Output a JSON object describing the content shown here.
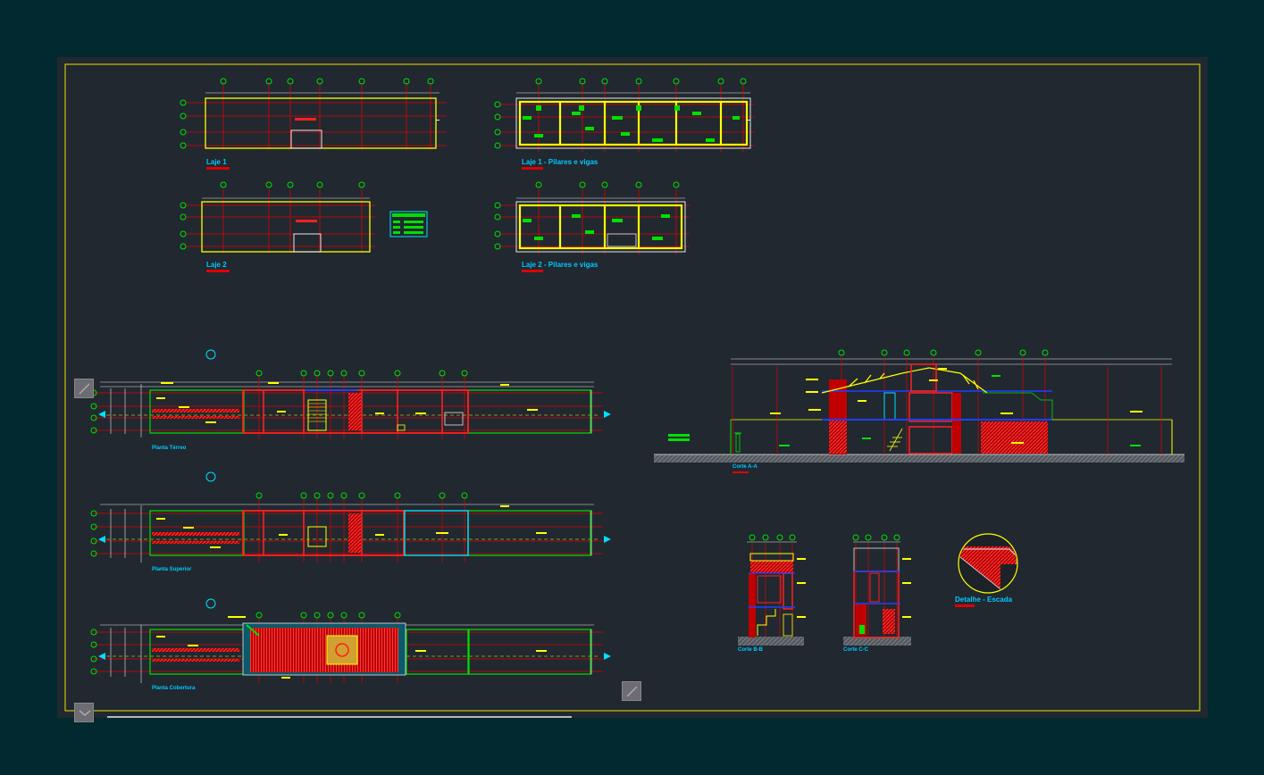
{
  "labels": {
    "laje1": "Laje 1",
    "laje1_pilares": "Laje 1 - Pilares e vigas",
    "laje2": "Laje 2",
    "laje2_pilares": "Laje 2 - Pilares e vigas",
    "planta_terreo": "Planta Térreo",
    "planta_superior": "Planta Superior",
    "planta_cobertura": "Planta Cobertura",
    "corte_aa": "Corte A-A",
    "corte_bb": "Corte B-B",
    "corte_cc": "Corte C-C",
    "detalhe_escada": "Detalhe - Escada"
  },
  "colors": {
    "background": "#022930",
    "sheet": "#212830",
    "frame": "#e6e600",
    "wall": "#ff2020",
    "axis": "#e00000",
    "label": "#00c8ff",
    "annotation": "#ffff00",
    "green": "#00e000",
    "white": "#e8e8e8",
    "cyan": "#00e0ff",
    "blue": "#2040ff"
  },
  "icons": {
    "pan_tl": "viewport-scroll-icon",
    "pan_bl": "viewport-scroll-icon",
    "pan_br": "viewport-scroll-icon"
  }
}
